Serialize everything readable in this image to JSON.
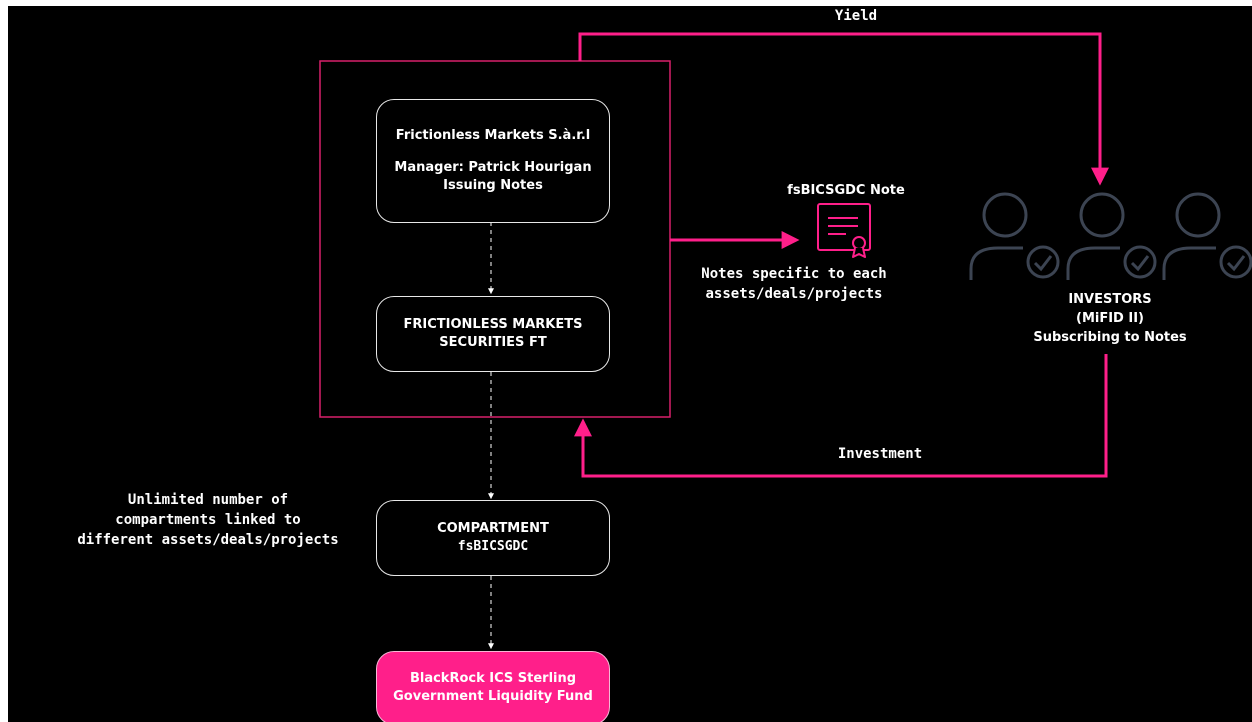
{
  "colors": {
    "background": "#000000",
    "accent": "#ff1f8a",
    "box_border": "#e8e8e8",
    "investor_icon": "#3c4452"
  },
  "issuer": {
    "line1": "Frictionless Markets S.à.r.l",
    "line2": "Manager: Patrick Hourigan",
    "line3": "Issuing Notes"
  },
  "securities": {
    "line1": "FRICTIONLESS MARKETS",
    "line2": "SECURITIES FT"
  },
  "compartment": {
    "line1": "COMPARTMENT",
    "line2": "fsBICSGDC"
  },
  "fund": {
    "line1": "BlackRock ICS Sterling",
    "line2": "Government Liquidity Fund"
  },
  "note": {
    "title": "fsBICSGDC Note",
    "icon": "certificate-icon",
    "caption_line1": "Notes specific to each",
    "caption_line2": "assets/deals/projects"
  },
  "investors": {
    "icon": "user-check-icon",
    "line1": "INVESTORS",
    "line2": "(MiFID II)",
    "line3": "Subscribing to Notes"
  },
  "flows": {
    "yield": "Yield",
    "investment": "Investment"
  },
  "compartments_note": {
    "line1": "Unlimited number of",
    "line2": "compartments linked to",
    "line3": "different assets/deals/projects"
  }
}
